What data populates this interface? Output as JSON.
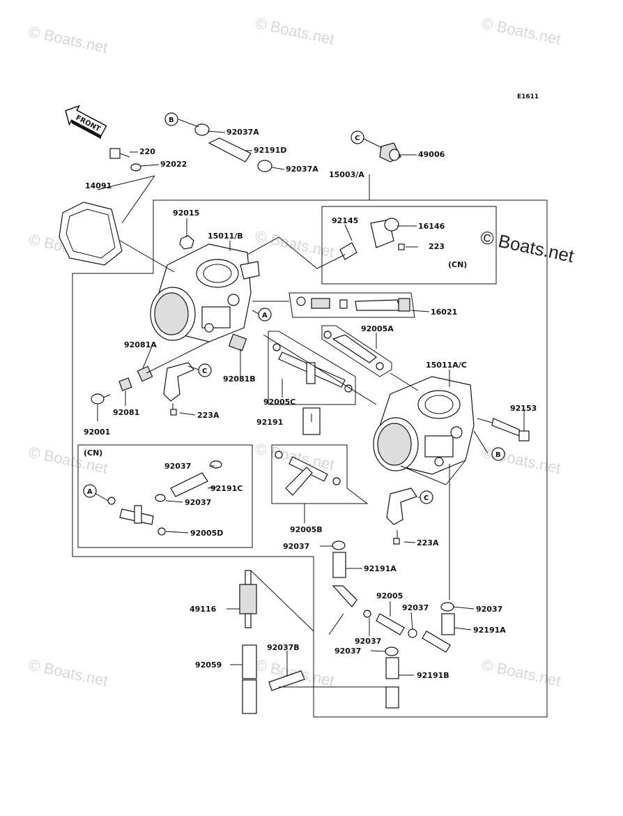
{
  "drawing_code": "E1611",
  "front_label": "FRONT",
  "watermarks": [
    "© Boats.net",
    "© Boats.net",
    "© Boats.net",
    "© Boats.net",
    "© Boats.net",
    "© Boats.net",
    "© Boats.net",
    "© Boats.net",
    "© Boats.net",
    "© Boats.net",
    "© Boats.net"
  ],
  "brand_watermark": "© Boats.net",
  "group_labels": {
    "cn_top": "(CN)",
    "cn_box": "(CN)"
  },
  "callouts": {
    "a": "A",
    "b": "B",
    "c": "C"
  },
  "parts": {
    "p92037A_1": "92037A",
    "p92191D": "92191D",
    "p92037A_2": "92037A",
    "p49006": "49006",
    "p220": "220",
    "p92022": "92022",
    "p14091": "14091",
    "p15003A": "15003/A",
    "p92015": "92015",
    "p15011B": "15011/B",
    "p92145": "92145",
    "p16146": "16146",
    "p223": "223",
    "p16021": "16021",
    "p92005A": "92005A",
    "p15011AC": "15011A/C",
    "p92081A": "92081A",
    "p92081B": "92081B",
    "p92005C": "92005C",
    "p92191": "92191",
    "p92081": "92081",
    "p92001": "92001",
    "p223A_1": "223A",
    "p92153": "92153",
    "p92037_cn1": "92037",
    "p92191C": "92191C",
    "p92037_cn2": "92037",
    "p92005D": "92005D",
    "p92005B": "92005B",
    "p223A_2": "223A",
    "p92037_a": "92037",
    "p92191A_1": "92191A",
    "p92005": "92005",
    "p92037_b": "92037",
    "p92037_c": "92037",
    "p92037_d": "92037",
    "p92191A_2": "92191A",
    "p49116": "49116",
    "p92059": "92059",
    "p92037B": "92037B",
    "p92037_e": "92037",
    "p92191B": "92191B"
  }
}
